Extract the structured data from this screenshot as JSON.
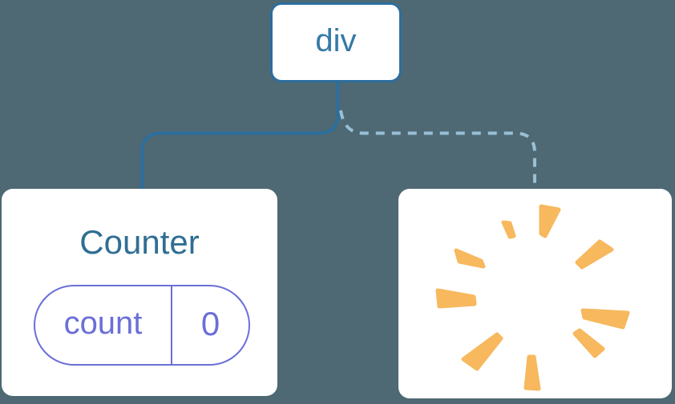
{
  "colors": {
    "background": "#4E6973",
    "card-bg": "#FFFFFF",
    "node-border": "#2D6E9E",
    "node-label": "#3579A8",
    "solid-line": "#2D6E9E",
    "dashed-line": "#9ABFD6",
    "component-title": "#2F6E93",
    "state-accent": "#6A6FD8",
    "burst": "#F7B85E"
  },
  "tree": {
    "root_node": {
      "label": "div"
    },
    "component_node": {
      "title": "Counter",
      "state_pill": {
        "key": "count",
        "value": "0"
      }
    },
    "removed_node": {
      "icon": "poof-burst-icon"
    }
  }
}
